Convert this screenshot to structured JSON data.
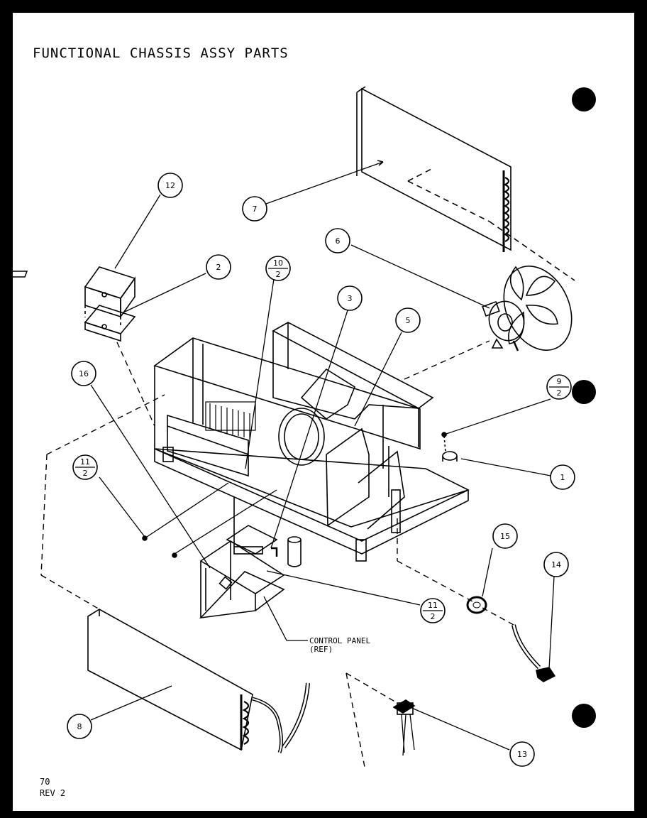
{
  "title": "FUNCTIONAL CHASSIS ASSY PARTS",
  "footer": {
    "page": "70",
    "rev": "REV 2"
  },
  "callouts": {
    "c1": "1",
    "c2": "2",
    "c3": "3",
    "c5": "5",
    "c6": "6",
    "c7": "7",
    "c8": "8",
    "c12": "12",
    "c13": "13",
    "c14": "14",
    "c15": "15",
    "c16": "16"
  },
  "fraction_callouts": {
    "f10_2": {
      "top": "10",
      "bottom": "2"
    },
    "f9_2": {
      "top": "9",
      "bottom": "2"
    },
    "f11_2_left": {
      "top": "11",
      "bottom": "2"
    },
    "f11_2_right": {
      "top": "11",
      "bottom": "2"
    }
  },
  "control_panel_ref": {
    "line1": "CONTROL PANEL",
    "line2": "(REF)"
  }
}
